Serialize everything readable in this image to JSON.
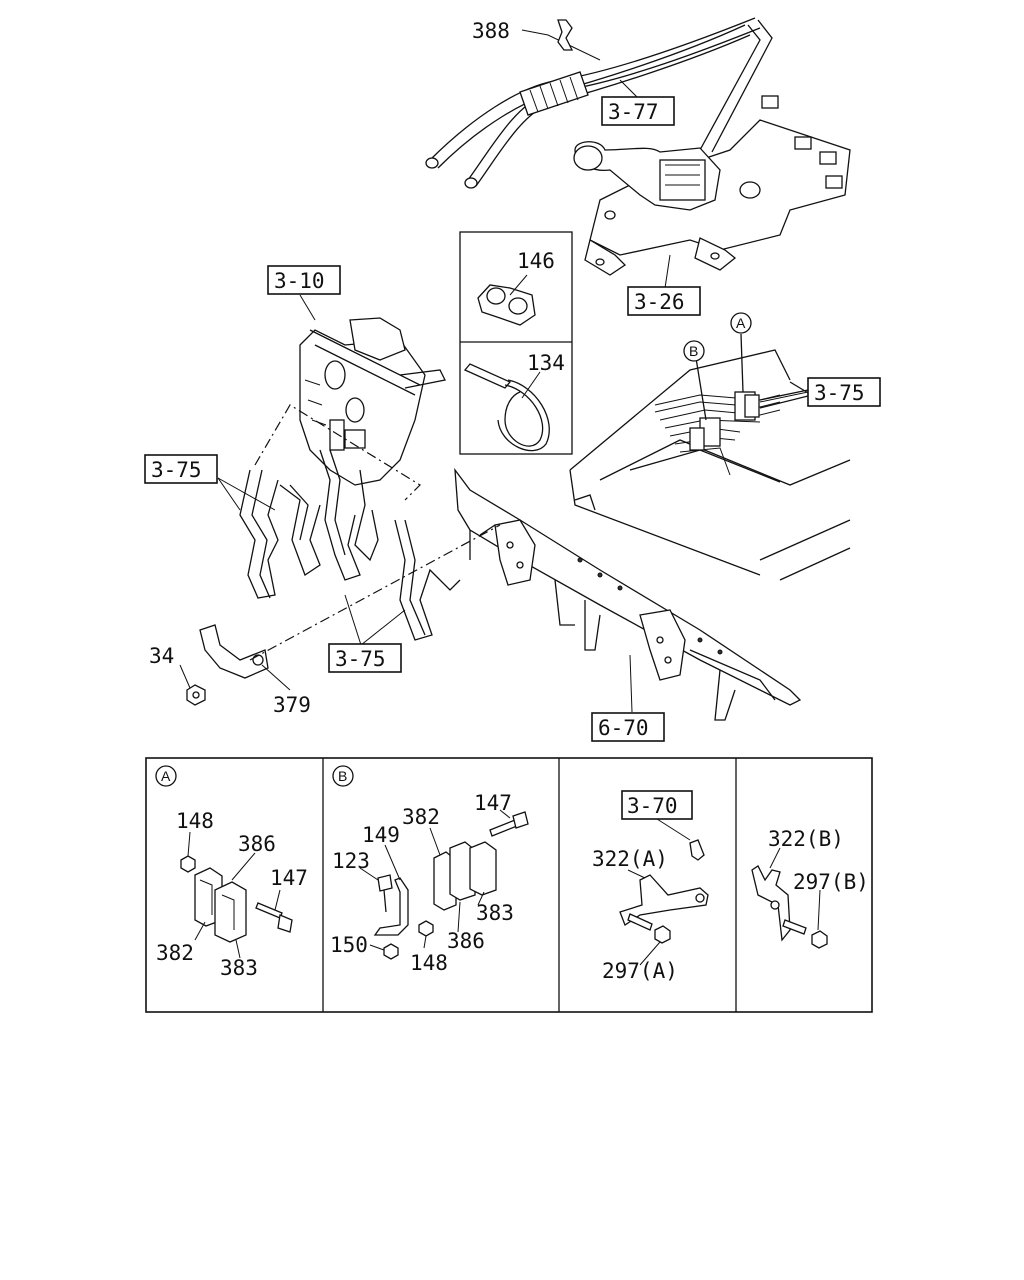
{
  "references": {
    "r388": "388",
    "r3_77": "3-77",
    "r146": "146",
    "r134": "134",
    "r3_10": "3-10",
    "r3_26": "3-26",
    "r3_75_left": "3-75",
    "r3_75_right": "3-75",
    "r3_75_bottom": "3-75",
    "r34": "34",
    "r379": "379",
    "r6_70": "6-70",
    "circle_a": "A",
    "circle_b": "B"
  },
  "detail_a": {
    "marker": "A",
    "l148": "148",
    "l386": "386",
    "l147": "147",
    "l382": "382",
    "l383": "383"
  },
  "detail_b": {
    "marker": "B",
    "l147": "147",
    "l382": "382",
    "l149": "149",
    "l123": "123",
    "l383": "383",
    "l150": "150",
    "l386": "386",
    "l148": "148"
  },
  "detail_c": {
    "l3_70": "3-70",
    "l322a": "322(A)",
    "l297a": "297(A)"
  },
  "detail_d": {
    "l322b": "322(B)",
    "l297b": "297(B)"
  }
}
